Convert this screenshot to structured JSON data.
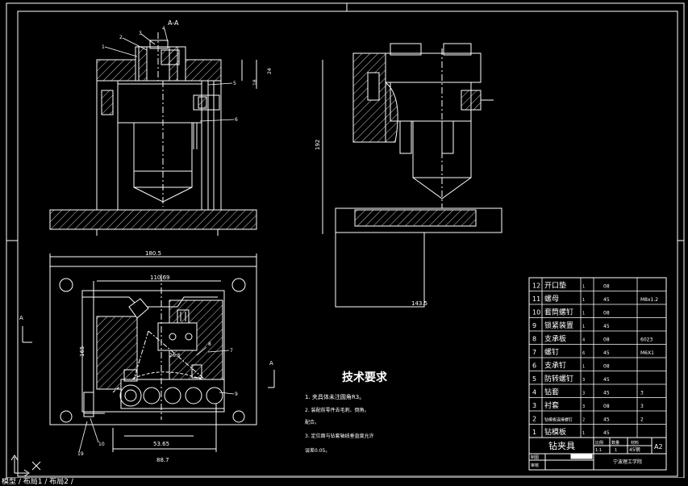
{
  "drawing": {
    "section_label": "A-A",
    "view_arrow_label": "A",
    "leaders_front": [
      "1",
      "2",
      "3",
      "4",
      "5",
      "6"
    ],
    "dims": {
      "top_width": "180.5",
      "inner_width": "110.69",
      "left_height": "165",
      "small_h1": "24",
      "small_h2": "18",
      "mid_dim": "26.8",
      "bottom_w1": "53.65",
      "bottom_w2": "88.7",
      "side_height": "192",
      "side_width": "143.5"
    },
    "plan_leaders": [
      "7",
      "8",
      "9",
      "10",
      "19"
    ]
  },
  "tech": {
    "title": "技术要求",
    "notes": [
      "1. 夹具体未注圆角R3。",
      "2. 装配前零件去毛刺、倒角。",
      "配合。",
      "3. 定位面与钻套轴线垂直度允许",
      "误差0.05。"
    ]
  },
  "bom": {
    "rows": [
      {
        "no": "12",
        "name": "开口垫",
        "qty": "1",
        "mat": "08",
        "std": "",
        "note": "",
        "remark": ""
      },
      {
        "no": "11",
        "name": "螺母",
        "qty": "1",
        "mat": "45",
        "std": "M8x1.2",
        "note": "",
        "remark": ""
      },
      {
        "no": "10",
        "name": "套筒螺钉",
        "qty": "1",
        "mat": "08",
        "std": "",
        "note": "",
        "remark": ""
      },
      {
        "no": "9",
        "name": "锁紧装置",
        "qty": "1",
        "mat": "45",
        "std": "",
        "note": "",
        "remark": ""
      },
      {
        "no": "8",
        "name": "支承板",
        "qty": "4",
        "mat": "08",
        "std": "6023",
        "note": "",
        "remark": ""
      },
      {
        "no": "7",
        "name": "螺钉",
        "qty": "6",
        "mat": "45",
        "std": "M6X1",
        "note": "",
        "remark": ""
      },
      {
        "no": "6",
        "name": "支承钉",
        "qty": "1",
        "mat": "08",
        "std": "",
        "note": "",
        "remark": ""
      },
      {
        "no": "5",
        "name": "防转螺钉",
        "qty": "3",
        "mat": "45",
        "std": "",
        "note": "",
        "remark": ""
      },
      {
        "no": "4",
        "name": "钻套",
        "qty": "3",
        "mat": "45",
        "std": "3",
        "note": "",
        "remark": ""
      },
      {
        "no": "3",
        "name": "衬套",
        "qty": "3",
        "mat": "08",
        "std": "3",
        "note": "",
        "remark": ""
      },
      {
        "no": "2",
        "name": "钻模板连接螺钉",
        "qty": "2",
        "mat": "45",
        "std": "2",
        "note": "",
        "remark": ""
      },
      {
        "no": "1",
        "name": "钻模板",
        "qty": "1",
        "mat": "45",
        "std": "",
        "note": "",
        "remark": ""
      }
    ],
    "title": "钻夹具",
    "sheet_size": "A2",
    "hdr_qty": "比例",
    "hdr_count": "数量",
    "hdr_mat": "材料",
    "scale": "1:1",
    "count": "1",
    "material": "45钢",
    "drawn_label": "制图",
    "checked_label": "审核",
    "school": "宁波理工学院"
  },
  "status": {
    "text": "模型 / 布局1 / 布局2 /"
  }
}
